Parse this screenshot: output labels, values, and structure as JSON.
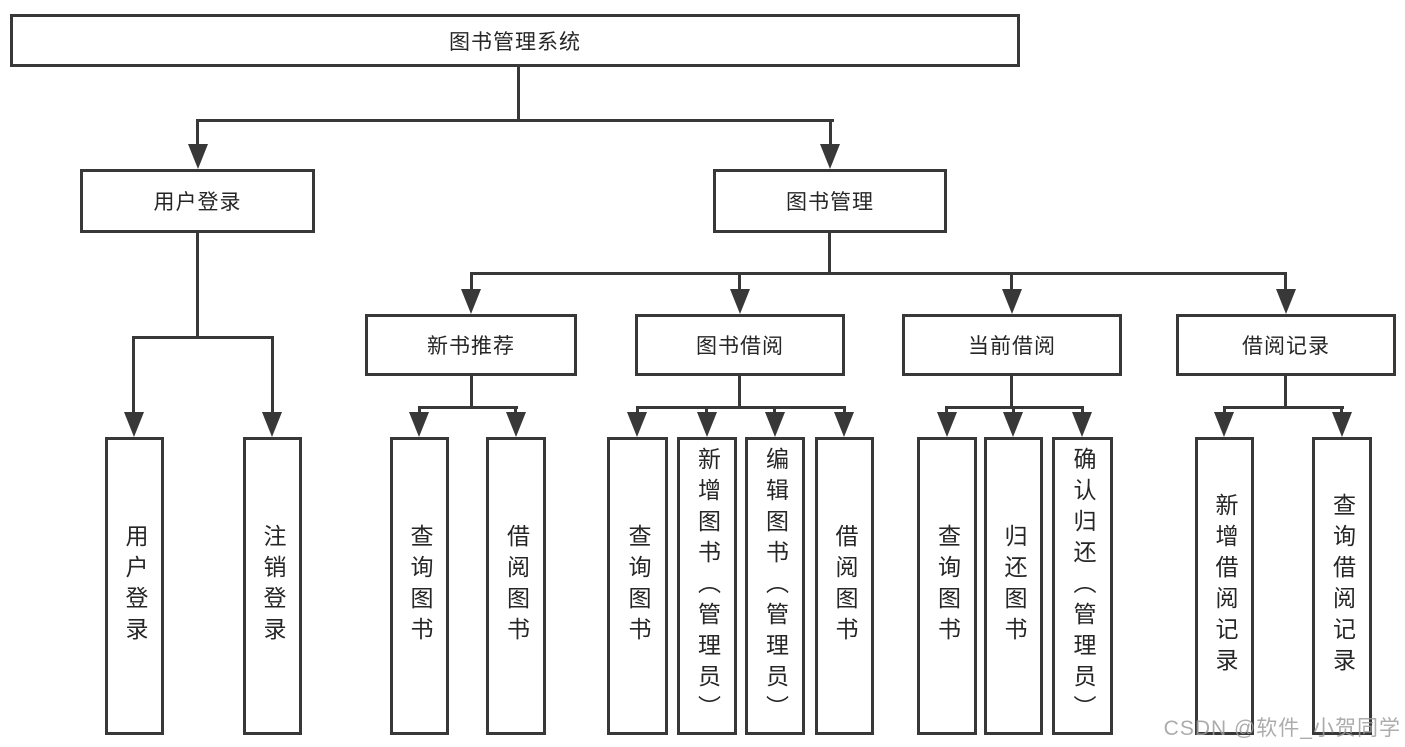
{
  "diagram": {
    "root": {
      "label": "图书管理系统"
    },
    "level2": {
      "user_login": {
        "label": "用户登录"
      },
      "book_management": {
        "label": "图书管理"
      }
    },
    "level3": {
      "new_book_recommend": {
        "label": "新书推荐"
      },
      "book_borrow": {
        "label": "图书借阅"
      },
      "current_borrow": {
        "label": "当前借阅"
      },
      "borrow_record": {
        "label": "借阅记录"
      }
    },
    "leaves": {
      "user_login": {
        "label": "用户登录"
      },
      "logout": {
        "label": "注销登录"
      },
      "recommend_query_book": {
        "label": "查询图书"
      },
      "recommend_borrow_book": {
        "label": "借阅图书"
      },
      "borrow_query_book": {
        "label": "查询图书"
      },
      "borrow_add_book_admin": {
        "label": "新增图书（管理员）"
      },
      "borrow_edit_book_admin": {
        "label": "编辑图书（管理员）"
      },
      "borrow_borrow_book": {
        "label": "借阅图书"
      },
      "current_query_book": {
        "label": "查询图书"
      },
      "current_return_book": {
        "label": "归还图书"
      },
      "current_confirm_return_admin": {
        "label": "确认归还（管理员）"
      },
      "record_add_borrow": {
        "label": "新增借阅记录"
      },
      "record_query_borrow": {
        "label": "查询借阅记录"
      }
    }
  },
  "watermark": {
    "text": "CSDN @软件_小贺同学"
  },
  "colors": {
    "line": "#383838",
    "text": "#262626",
    "background": "#ffffff",
    "watermark": "#9e9e9e"
  }
}
